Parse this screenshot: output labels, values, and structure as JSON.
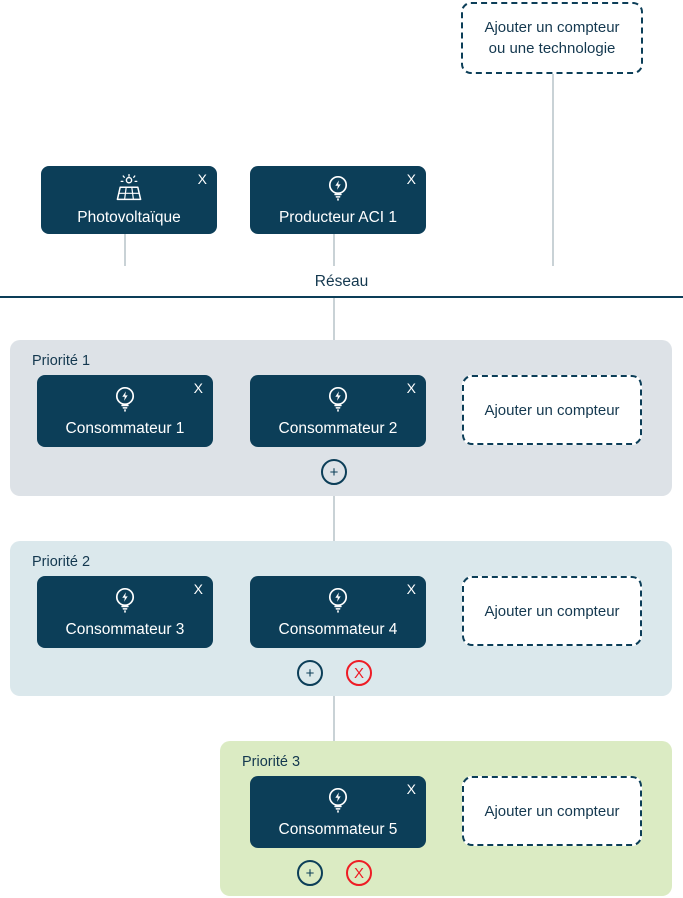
{
  "network": {
    "label": "Réseau"
  },
  "top_add_box": {
    "line1": "Ajouter un compteur",
    "line2": "ou une technologie",
    "name": "add-meter-or-technology-box"
  },
  "sources": [
    {
      "label": "Photovoltaïque",
      "icon": "solar-panel-icon",
      "close_label": "X"
    },
    {
      "label": "Producteur ACI 1",
      "icon": "bulb-bolt-icon",
      "close_label": "X"
    }
  ],
  "priorities": [
    {
      "title": "Priorité 1",
      "bg": "#dde2e7",
      "cards": [
        {
          "label": "Consommateur 1",
          "icon": "bulb-bolt-icon",
          "close_label": "X"
        },
        {
          "label": "Consommateur 2",
          "icon": "bulb-bolt-icon",
          "close_label": "X"
        }
      ],
      "add_box_label": "Ajouter un compteur",
      "actions": {
        "add_label": "+",
        "remove_label": "X",
        "has_remove": false
      }
    },
    {
      "title": "Priorité 2",
      "bg": "#dbe8ec",
      "cards": [
        {
          "label": "Consommateur 3",
          "icon": "bulb-bolt-icon",
          "close_label": "X"
        },
        {
          "label": "Consommateur 4",
          "icon": "bulb-bolt-icon",
          "close_label": "X"
        }
      ],
      "add_box_label": "Ajouter un compteur",
      "actions": {
        "add_label": "+",
        "remove_label": "X",
        "has_remove": true
      }
    },
    {
      "title": "Priorité 3",
      "bg": "#dbebc3",
      "cards": [
        {
          "label": "Consommateur 5",
          "icon": "bulb-bolt-icon",
          "close_label": "X"
        }
      ],
      "add_box_label": "Ajouter un compteur",
      "actions": {
        "add_label": "+",
        "remove_label": "X",
        "has_remove": true
      }
    }
  ],
  "colors": {
    "card_bg": "#0c3e58",
    "text_dark": "#14384f",
    "danger": "#ee1c25",
    "connector": "#c9d2d6"
  }
}
